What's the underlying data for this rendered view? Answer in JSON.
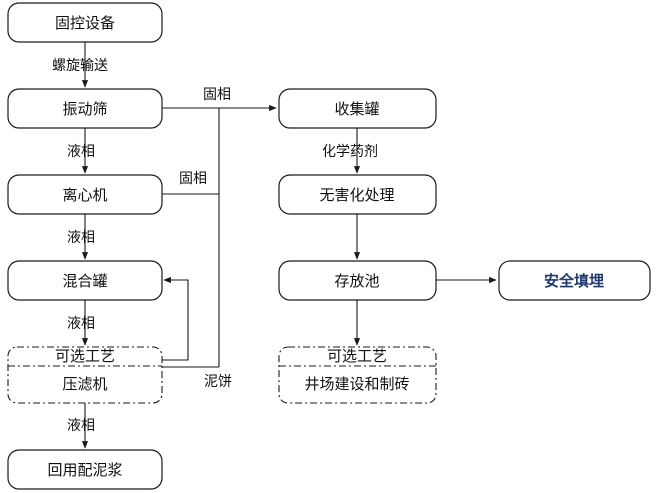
{
  "nodes": {
    "solid_control": "固控设备",
    "shaker": "振动筛",
    "centrifuge": "离心机",
    "mixing_tank": "混合罐",
    "filter_press_optional": "可选工艺",
    "filter_press": "压滤机",
    "reuse": "回用配泥浆",
    "collection_tank": "收集罐",
    "harmless": "无害化处理",
    "storage_pool": "存放池",
    "safe_landfill": "安全填埋",
    "brick_optional": "可选工艺",
    "brick": "井场建设和制砖"
  },
  "labels": {
    "screw": "螺旋输送",
    "liquid1": "液相",
    "liquid2": "液相",
    "liquid3": "液相",
    "liquid4": "液相",
    "solid1": "固相",
    "solid2": "固相",
    "cake": "泥饼",
    "chemical": "化学药剂"
  },
  "colors": {
    "accent": "#1f3a6b"
  }
}
